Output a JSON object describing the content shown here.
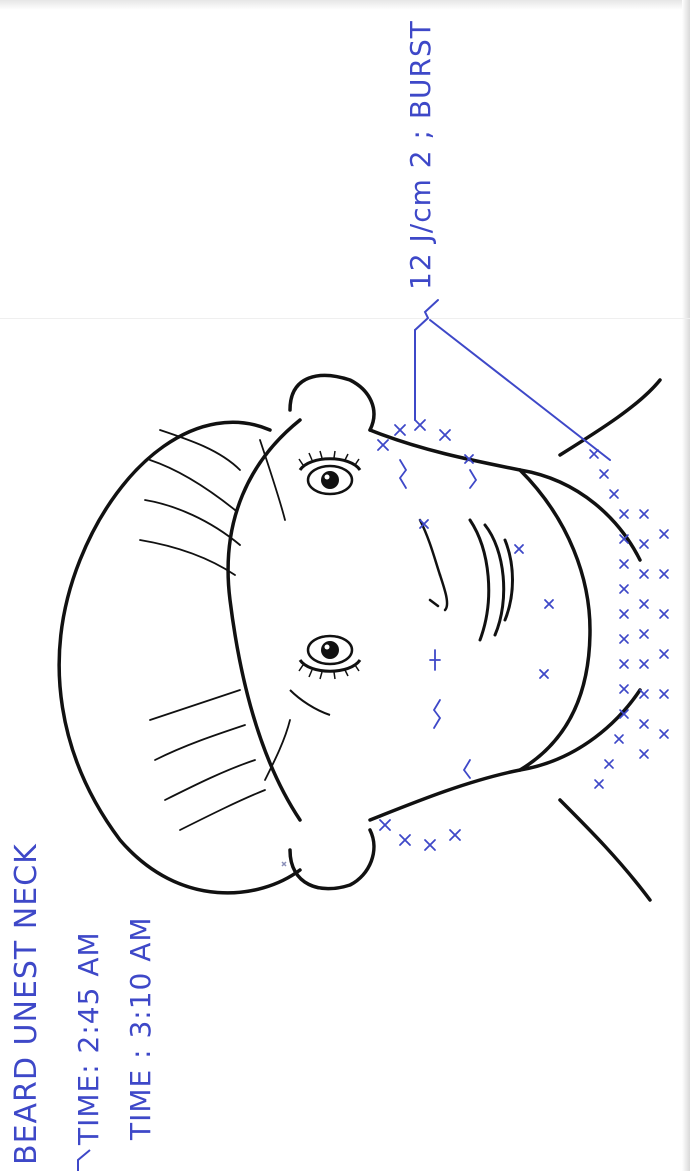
{
  "notes": {
    "area_treated": "BEARD UNEST NECK",
    "time_start": "TIME: 2:45 AM",
    "time_end": "TIME : 3:10 AM",
    "energy_setting": "12 J/cm 2 ; BURST"
  },
  "colors": {
    "ink_pen": "#3e48c8",
    "ink_drawing": "#111111",
    "paper": "#ffffff"
  }
}
